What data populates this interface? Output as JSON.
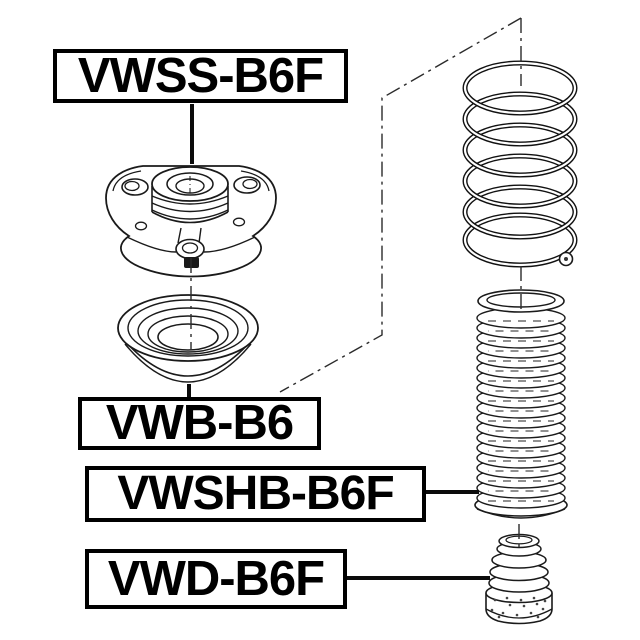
{
  "diagram": {
    "title": "suspension-parts-exploded-diagram",
    "background_color": "#ffffff",
    "line_color": "#000000",
    "labels": [
      {
        "id": "strut-support-label",
        "text": "VWSS-B6F",
        "points_to": "strut-mount"
      },
      {
        "id": "bearing-label",
        "text": "VWB-B6",
        "points_to": "suspension-bearing"
      },
      {
        "id": "boot-label",
        "text": "VWSHB-B6F",
        "points_to": "shock-absorber-boot"
      },
      {
        "id": "bump-stop-label",
        "text": "VWD-B6F",
        "points_to": "bump-stop"
      }
    ],
    "components": [
      "strut-mount",
      "suspension-bearing",
      "coil-spring",
      "shock-absorber-boot",
      "bump-stop"
    ]
  }
}
